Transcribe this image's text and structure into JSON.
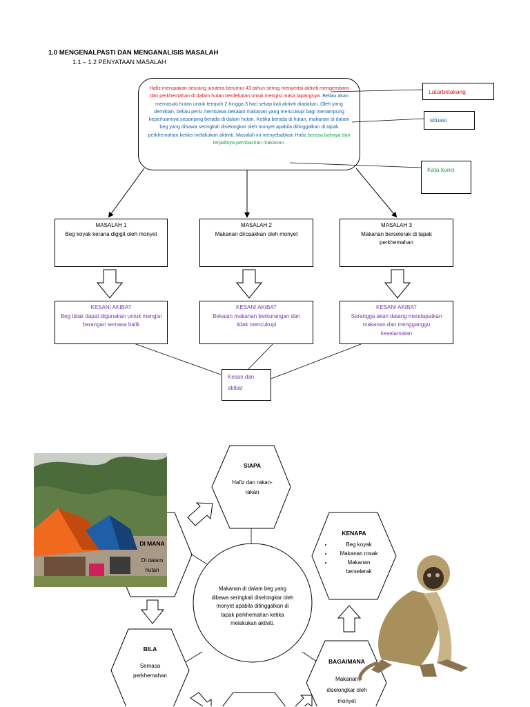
{
  "heading": {
    "title": "1.0 MENGENALPASTI DAN MENGANALISIS MASALAH",
    "subtitle": "1.1 – 1.2  PENYATAAN MASALAH"
  },
  "scenario": {
    "red_text": "Hafiz merupakan seorang jurutera berumur 43 tahun sering menyertai aktiviti mengembara dan perkhemahan di dalam hutan berdekatan untuk mengisi masa lapangnya.",
    "blue_text": "Beliau akan memasuki hutan untuk tempoh 2 hingga 3 hari setiap kali aktiviti diadakan. Oleh yang demikian, beliau perlu membawa bekalan makanan yang mencukupi bagi menampung keperluannya sepanjang berada di dalam hutan. Ketika berada di hutan, makanan di dalam beg yang dibawa seringkali diselongkar oleh monyet apabila ditinggalkan di tapak perkhemahan ketika melakukan aktiviti.",
    "blue_text_2": "Masalah ini menyebabkan Hafiz",
    "green_text": "berasa bahaya dan terjadinya pembaziran makanan."
  },
  "labels": {
    "latar": "Latarbelakang",
    "situasi": "situasi",
    "kata_kunci": "Kata kunci",
    "kesan": "Kesan dan",
    "akibat": "akibat"
  },
  "problems": [
    {
      "title": "MASALAH 1",
      "text": "Beg  koyak kerana digigit oleh monyet"
    },
    {
      "title": "MASALAH 2",
      "text": "Makanan dirosakkan oleh monyet"
    },
    {
      "title": "MASALAH 3",
      "text": "Makanan berselerak di tapak perkhemahan"
    }
  ],
  "effects": [
    {
      "title": "KESAN/ AKIBAT",
      "text": "Beg tidak dapat digunakan untuk mengisi barangan semasa balik"
    },
    {
      "title": "KESAN/ AKIBAT",
      "text": "Bekalan makanan berkurangan dan tidak mencukupi"
    },
    {
      "title": "KESAN/ AKIBAT",
      "text": "Serangga akan datang mendapatkan makanan dan mengganggu keselamatan"
    }
  ],
  "hexagons": {
    "siapa": {
      "title": "SIAPA",
      "text": "Hafiz dan rakan-rakan"
    },
    "dimana": {
      "title": "DI MANA",
      "text": "Di dalam hutan"
    },
    "kenapa": {
      "title": "KENAPA",
      "items": [
        "Beg koyak",
        "Makanan rosak",
        "Makanan berselerak"
      ]
    },
    "bila": {
      "title": "BILA",
      "text": "Semasa perkhemahan"
    },
    "bagaimana": {
      "title": "BAGAIMANA",
      "text": "Makanan diselongkar oleh monyet"
    }
  },
  "center_text": "Makanan di dalam beg yang dibawa seringkali diselongkar oleh monyet apabila ditinggalkan di tapak perkhemahan ketika melakukan aktiviti.",
  "colors": {
    "red": "#e0101a",
    "blue": "#1560a8",
    "green": "#18a040",
    "purple": "#7a3aa8"
  }
}
